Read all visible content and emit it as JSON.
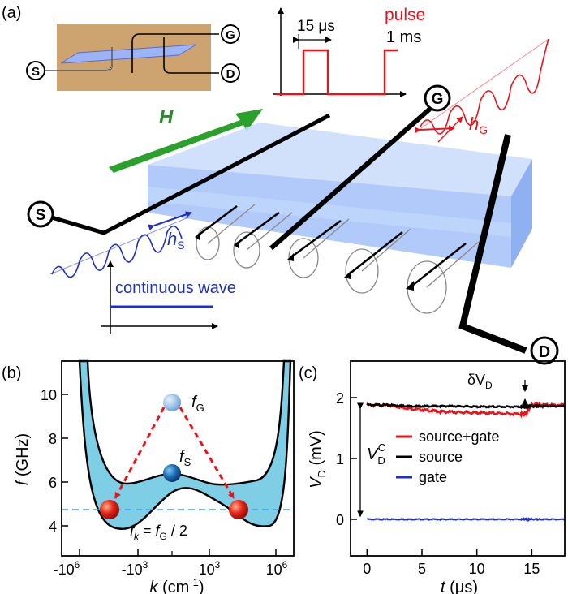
{
  "colors": {
    "pulse": "#e8141b",
    "source_wave": "#1f2fbf",
    "field": "#2ca02c",
    "slab_top": "#bcd3fb",
    "slab_side": "#8fb0f5",
    "spectrum_fill": "#7ecfe6",
    "chip": "#cda36f",
    "cw_line": "#1f2fbf"
  },
  "panel_a": {
    "label": "(a)",
    "pulse_title": "pulse",
    "pulse_width": "15 μs",
    "pulse_period": "1 ms",
    "field_label": "H",
    "hg_label": "h",
    "hg_sub": "G",
    "hs_label": "h",
    "hs_sub": "S",
    "cw_label": "continuous wave",
    "terminal_g": "G",
    "terminal_s": "S",
    "terminal_d": "D",
    "chip_g": "G",
    "chip_s": "S",
    "chip_d": "D"
  },
  "panel_b": {
    "label": "(b)",
    "ylabel_var": "f",
    "ylabel_unit": " (GHz)",
    "xlabel_var": "k",
    "xlabel_unit": " (cm",
    "xlabel_exp": "-1",
    "xlabel_close": ")",
    "yticks": [
      "4",
      "6",
      "8",
      "10"
    ],
    "xticks": [
      {
        "base": "-10",
        "exp": "6"
      },
      {
        "base": "-10",
        "exp": "3"
      },
      {
        "base": "10",
        "exp": "3"
      },
      {
        "base": "10",
        "exp": "6"
      }
    ],
    "fg_label": "f",
    "fg_sub": "G",
    "fs_label": "f",
    "fs_sub": "S",
    "fk_label_a": "f",
    "fk_sub_a": "k",
    "fk_label_eq": " = ",
    "fk_label_b": "f",
    "fk_sub_b": "G",
    "fk_label_c": " / 2"
  },
  "panel_c": {
    "label": "(c)",
    "ylabel_var": "V",
    "ylabel_sub": "D",
    "ylabel_unit": " (mV)",
    "xlabel_var": "t",
    "xlabel_unit": " (μs)",
    "yticks": [
      "0",
      "1",
      "2"
    ],
    "xticks": [
      "0",
      "5",
      "10",
      "15"
    ],
    "dv_label": "δV",
    "dv_sub": "D",
    "vc_label": "V",
    "vc_sub": "D",
    "vc_sup": "C",
    "legend": [
      {
        "name": "source+gate",
        "color": "#e8141b"
      },
      {
        "name": "source",
        "color": "#000000"
      },
      {
        "name": "gate",
        "color": "#1f2fbf"
      }
    ]
  },
  "chart_data": {
    "type": "line",
    "x": [
      0,
      2,
      4,
      6,
      8,
      10,
      12,
      14,
      14.5,
      15,
      16,
      18
    ],
    "series": [
      {
        "name": "source+gate",
        "values": [
          1.88,
          1.87,
          1.82,
          1.78,
          1.76,
          1.75,
          1.74,
          1.73,
          1.74,
          1.88,
          1.88,
          1.88
        ]
      },
      {
        "name": "source",
        "values": [
          1.88,
          1.88,
          1.86,
          1.86,
          1.86,
          1.85,
          1.85,
          1.85,
          1.85,
          1.86,
          1.86,
          1.86
        ]
      },
      {
        "name": "gate",
        "values": [
          0,
          0,
          0,
          0,
          0,
          0,
          0,
          0,
          0,
          0,
          0,
          0
        ]
      }
    ],
    "xlabel": "t (μs)",
    "ylabel": "VD (mV)",
    "xlim": [
      -1.5,
      18
    ],
    "ylim": [
      -0.6,
      2.6
    ],
    "grid": false
  }
}
